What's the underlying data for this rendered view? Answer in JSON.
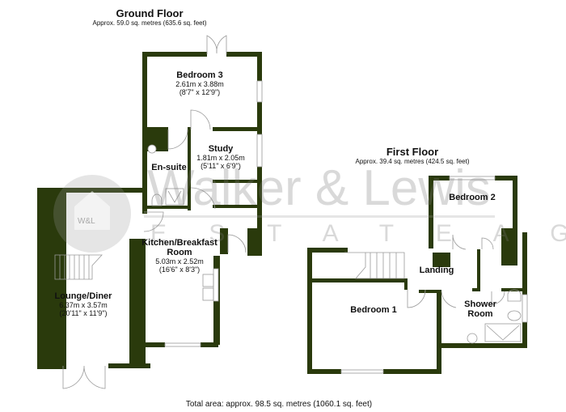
{
  "ground_floor": {
    "title": "Ground Floor",
    "area": "Approx. 59.0 sq. metres (635.6 sq. feet)",
    "rooms": [
      {
        "name": "Bedroom 3",
        "metric": "2.61m x 3.88m",
        "imperial": "(8'7\" x 12'9\")"
      },
      {
        "name": "Study",
        "metric": "1.81m x 2.05m",
        "imperial": "(5'11\" x 6'9\")"
      },
      {
        "name": "En-suite"
      },
      {
        "name": "Kitchen/Breakfast",
        "name2": "Room",
        "metric": "5.03m x 2.52m",
        "imperial": "(16'6\" x 8'3\")"
      },
      {
        "name": "Lounge/Diner",
        "metric": "6.37m x 3.57m",
        "imperial": "(20'11\" x 11'9\")"
      }
    ]
  },
  "first_floor": {
    "title": "First Floor",
    "area": "Approx. 39.4 sq. metres (424.5 sq. feet)",
    "rooms": [
      {
        "name": "Bedroom 2"
      },
      {
        "name": "Landing"
      },
      {
        "name": "Bedroom 1"
      },
      {
        "name": "Shower",
        "name2": "Room"
      }
    ]
  },
  "watermark": {
    "brand": "Walker & Lewis",
    "tagline": "E S T A T E   A G E N T S",
    "logo_text": "W&L"
  },
  "total_area": "Total area: approx. 98.5 sq. metres (1060.1 sq. feet)",
  "colors": {
    "wall": "#2a3a0c",
    "fixture": "#9a9a9a",
    "watermark": "#c8c8c8"
  }
}
